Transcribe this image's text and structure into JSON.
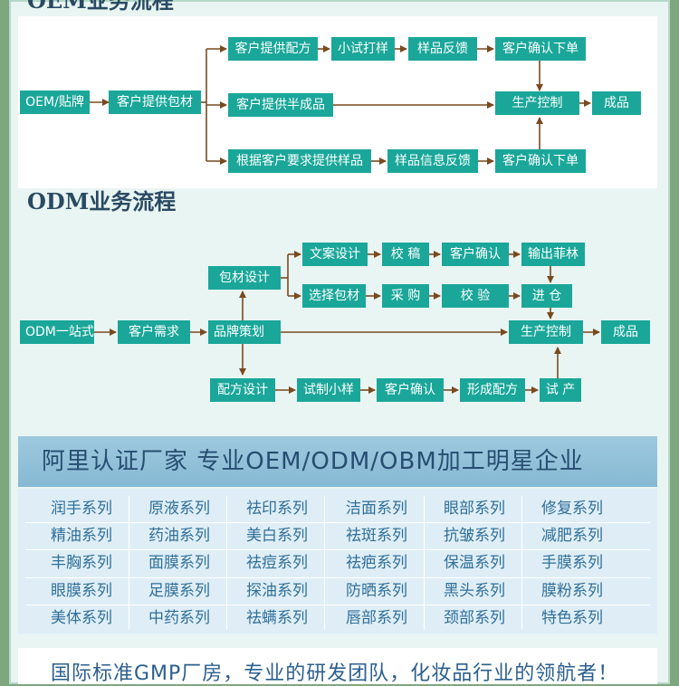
{
  "oem": {
    "title": "OEM业务流程",
    "nodes": {
      "oem_label": "OEM/贴牌",
      "customer_packaging": "客户提供包材",
      "customer_formula": "客户提供配方",
      "trial": "小试打样",
      "sample_feedback": "样品反馈",
      "confirm_order_1": "客户确认下单",
      "semi_finished": "客户提供半成品",
      "production": "生产控制",
      "finished": "成品",
      "by_requirement": "根据客户要求提供样品",
      "sample_info_feedback": "样品信息反馈",
      "confirm_order_2": "客户确认下单"
    }
  },
  "odm": {
    "title": "ODM业务流程",
    "nodes": {
      "odm_label": "ODM一站式",
      "customer_needs": "客户需求",
      "brand_planning": "品牌策划",
      "packaging_design": "包材设计",
      "copy_design": "文案设计",
      "proofread": "校 稿",
      "customer_confirm_a": "客户确认",
      "output_film": "输出菲林",
      "choose_packaging": "选择包材",
      "purchase": "采 购",
      "inspection": "校 验",
      "enter_warehouse": "进 仓",
      "production": "生产控制",
      "finished": "成品",
      "formula_design": "配方设计",
      "trial_small": "试制小样",
      "customer_confirm_b": "客户确认",
      "form_formula": "形成配方",
      "trial_production": "试 产"
    }
  },
  "banner": "阿里认证厂家 专业OEM/ODM/OBM加工明星企业",
  "series": [
    [
      "润手系列",
      "原液系列",
      "祛印系列",
      "洁面系列",
      "眼部系列",
      "修复系列"
    ],
    [
      "精油系列",
      "药油系列",
      "美白系列",
      "祛斑系列",
      "抗皱系列",
      "减肥系列"
    ],
    [
      "丰胸系列",
      "面膜系列",
      "祛痘系列",
      "祛疤系列",
      "保温系列",
      "手膜系列"
    ],
    [
      "眼膜系列",
      "足膜系列",
      "探油系列",
      "防晒系列",
      "黑头系列",
      "膜粉系列"
    ],
    [
      "美体系列",
      "中药系列",
      "祛螨系列",
      "唇部系列",
      "颈部系列",
      "特色系列"
    ]
  ],
  "footer": "国际标准GMP厂房，专业的研发团队，化妆品行业的领航者！",
  "colors": {
    "node": "#1aa79a",
    "arrow": "#7a4a1f",
    "banner_text": "#274d71",
    "series_text": "#2f6f9a"
  }
}
